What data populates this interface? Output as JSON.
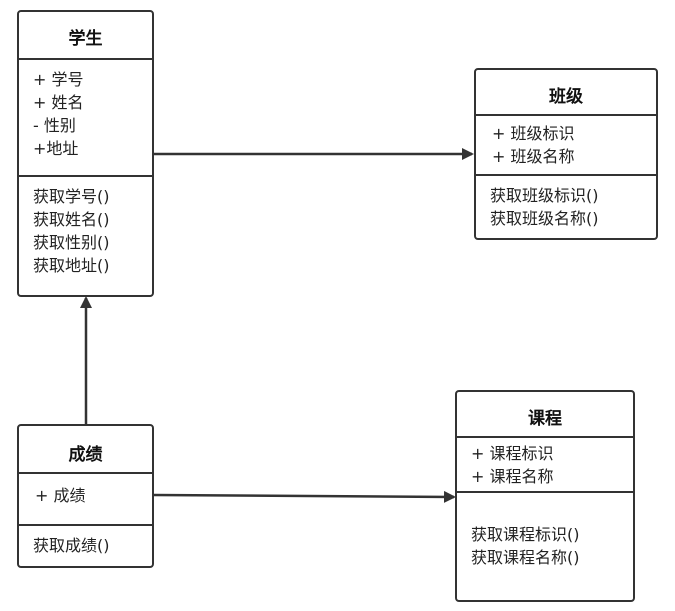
{
  "classes": {
    "student": {
      "name": "学生",
      "attributes": [
        "+ 学号",
        "+ 姓名",
        "- 性别",
        "+地址"
      ],
      "operations": [
        "获取学号()",
        "获取姓名()",
        "获取性别()",
        "获取地址()"
      ]
    },
    "class": {
      "name": "班级",
      "attributes": [
        "+ 班级标识",
        "+ 班级名称"
      ],
      "operations": [
        "获取班级标识()",
        "获取班级名称()"
      ]
    },
    "grade": {
      "name": "成绩",
      "attributes": [
        "+ 成绩"
      ],
      "operations": [
        "获取成绩()"
      ]
    },
    "course": {
      "name": "课程",
      "attributes": [
        "+ 课程标识",
        "+ 课程名称"
      ],
      "operations": [
        "获取课程标识()",
        "获取课程名称()"
      ]
    }
  },
  "associations": [
    {
      "from": "student",
      "to": "class"
    },
    {
      "from": "grade",
      "to": "student"
    },
    {
      "from": "grade",
      "to": "course"
    }
  ],
  "colors": {
    "line": "#333333",
    "fill": "#ffffff",
    "text": "#222222"
  }
}
